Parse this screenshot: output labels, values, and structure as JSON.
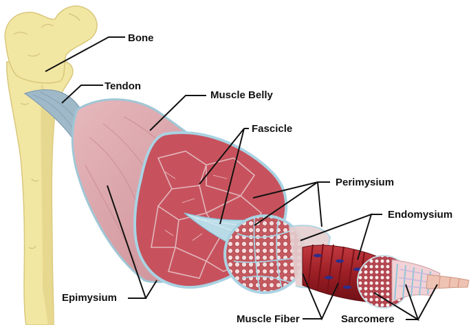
{
  "diagram": {
    "labels": {
      "bone": "Bone",
      "tendon": "Tendon",
      "muscle_belly": "Muscle Belly",
      "fascicle": "Fascicle",
      "perimysium": "Perimysium",
      "endomysium": "Endomysium",
      "epimysium": "Epimysium",
      "muscle_fiber": "Muscle Fiber",
      "sarcomere": "Sarcomere"
    },
    "colors": {
      "bone": "#f2e6a3",
      "bone_shadow": "#d8c77a",
      "tendon": "#9fb9c9",
      "epimysium": "#d9a9ae",
      "fascicle_tissue": "#c7525d",
      "sheath": "#b9dbe8",
      "fiber": "#a6262c",
      "fiber_band": "#7a1218",
      "nucleus": "#2b2f8a",
      "leader_line": "#111111"
    }
  }
}
